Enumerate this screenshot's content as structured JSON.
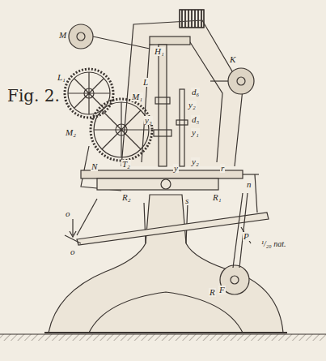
{
  "diagram": {
    "labels": [
      "Fig. 2.",
      "M",
      "H₁",
      "K",
      "L₁",
      "L",
      "d₆",
      "y₂",
      "d₅",
      "y₃",
      "y₁",
      "M₁",
      "M₂",
      "N",
      "T₂",
      "y₂",
      "y",
      "R₂",
      "R₁",
      "n",
      "r",
      "s",
      "o",
      "o",
      "P",
      "R",
      "F",
      "¹/₂₀ nat."
    ]
  }
}
